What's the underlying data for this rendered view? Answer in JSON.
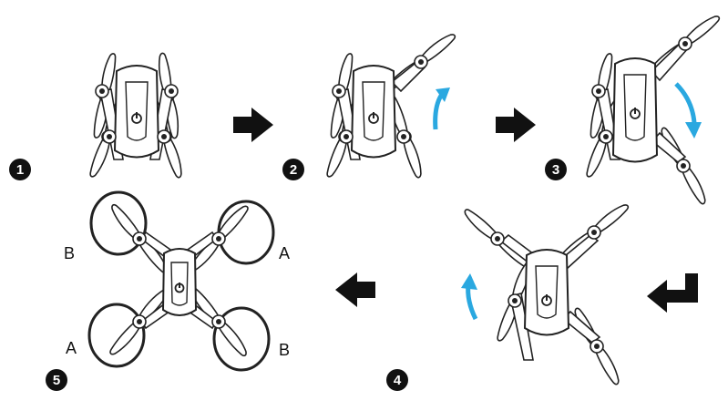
{
  "colors": {
    "stroke": "#222222",
    "fill": "#ffffff",
    "badge": "#111111",
    "motion_arrow": "#2aa8e0"
  },
  "steps": [
    {
      "number": "1"
    },
    {
      "number": "2"
    },
    {
      "number": "3"
    },
    {
      "number": "4"
    },
    {
      "number": "5"
    }
  ],
  "propeller_labels": {
    "top_left": "B",
    "top_right": "A",
    "bottom_left": "A",
    "bottom_right": "B"
  },
  "icons": {
    "step_arrow": "arrow-right-icon",
    "step_arrow_back": "arrow-left-icon",
    "corner_arrow": "corner-down-left-icon",
    "power_button": "power-icon",
    "rotation": "curved-arrow-icon"
  }
}
